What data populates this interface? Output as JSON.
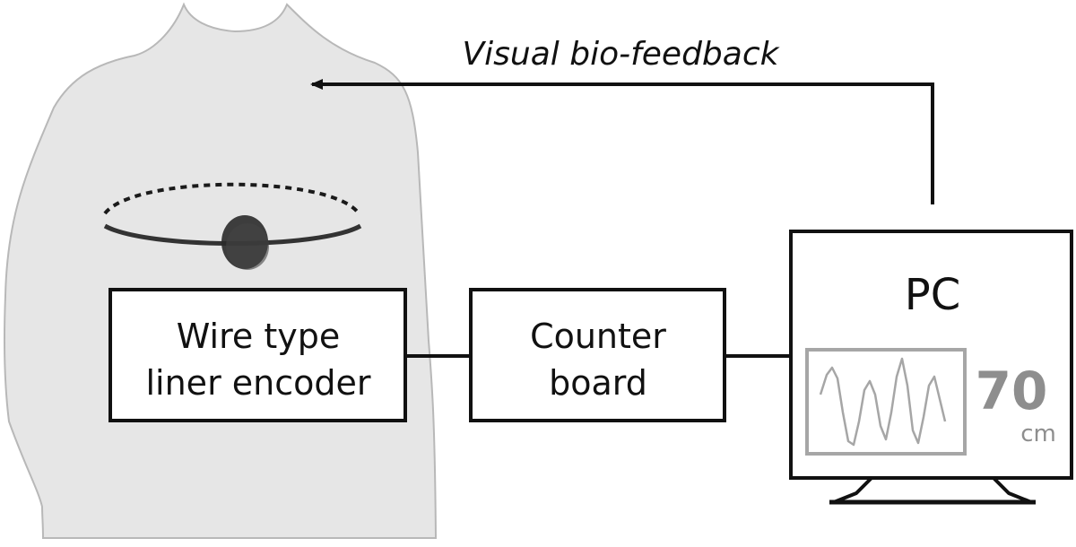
{
  "diagram": {
    "feedback_label": "Visual bio-feedback",
    "encoder": {
      "line1": "Wire type",
      "line2": "liner encoder"
    },
    "counter": {
      "line1": "Counter",
      "line2": "board"
    },
    "pc": {
      "label": "PC"
    },
    "readout": {
      "value": "70",
      "unit": "cm"
    }
  }
}
